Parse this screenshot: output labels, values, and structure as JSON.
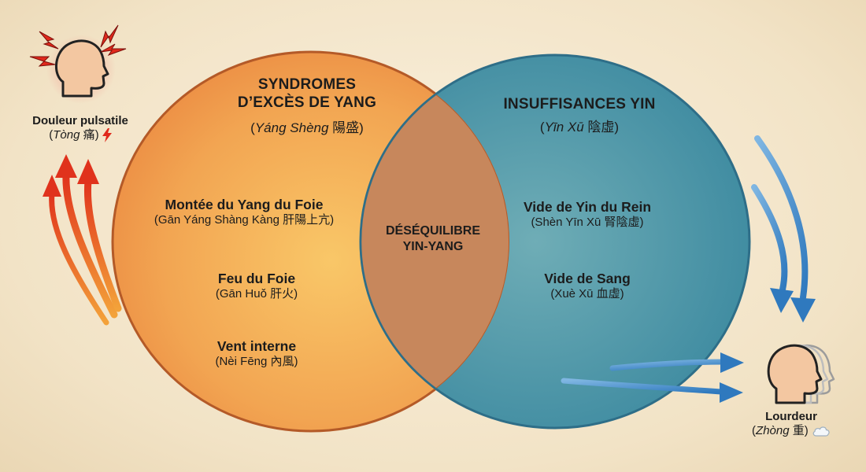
{
  "yang": {
    "title_line1": "SYNDROMES",
    "title_line2": "D’EXCÈS DE YANG",
    "subtitle_open": "(",
    "subtitle_pinyin": "Yáng Shèng",
    "subtitle_rest": " 陽盛)",
    "items": [
      {
        "name": "Montée du Yang du Foie",
        "pinyin": "(Gān Yáng Shàng Kàng 肝陽上亢)"
      },
      {
        "name": "Feu du Foie",
        "pinyin": "(Gān Huǒ 肝火)"
      },
      {
        "name": "Vent interne",
        "pinyin": "(Nèi Fēng 內風)"
      }
    ],
    "color": "#ef9a4a"
  },
  "yin": {
    "title": "INSUFFISANCES YIN",
    "subtitle_open": "(",
    "subtitle_pinyin": "Yīn Xū",
    "subtitle_rest": " 陰虛)",
    "items": [
      {
        "name": "Vide de Yin du Rein",
        "pinyin": "(Shèn Yīn Xū 腎陰虛)"
      },
      {
        "name": "Vide de Sang",
        "pinyin": "(Xuè Xū 血虛)"
      }
    ],
    "color": "#3f8ea3"
  },
  "overlap": {
    "line1": "DÉSÉQUILIBRE",
    "line2": "YIN-YANG"
  },
  "pain": {
    "title": "Douleur pulsatile",
    "sub_open": "(",
    "sub_pinyin": "Tòng",
    "sub_rest": " 痛)",
    "icon": "lightning-icon",
    "head_icon": "throbbing-head-icon",
    "arrow_color": "#e2431f"
  },
  "heaviness": {
    "title": "Lourdeur",
    "sub_open": "(",
    "sub_pinyin": "Zhòng",
    "sub_rest": " 重)",
    "icon": "cloud-icon",
    "head_icon": "heavy-head-icon",
    "arrow_color": "#3b84c4"
  }
}
